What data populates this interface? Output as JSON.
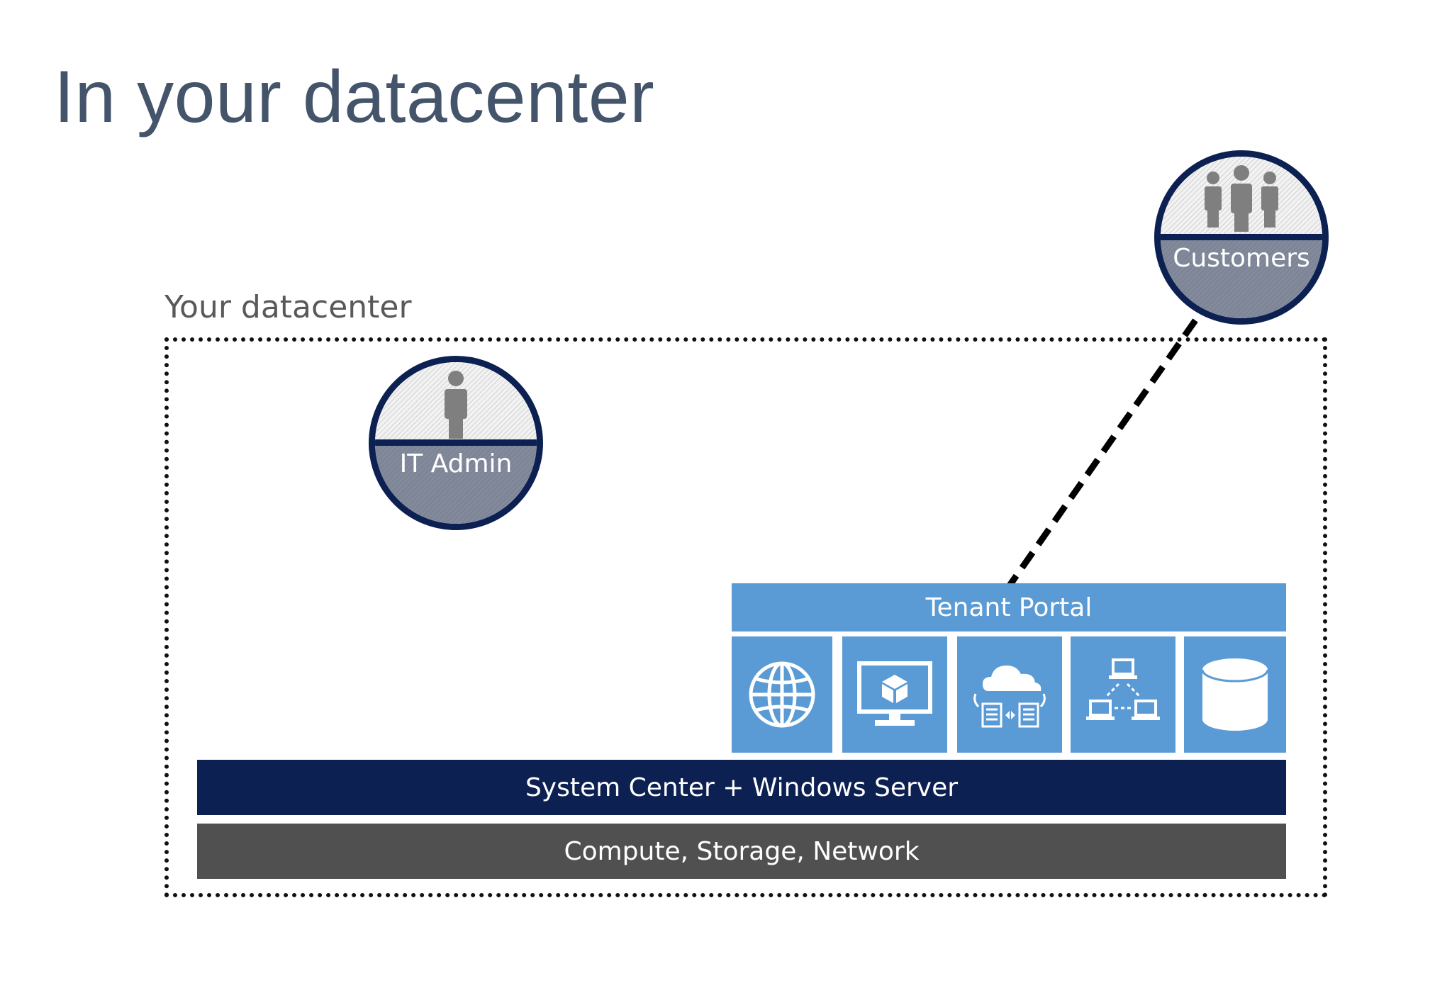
{
  "slide": {
    "title": "In your datacenter"
  },
  "datacenter": {
    "label": "Your datacenter"
  },
  "personas": {
    "it_admin": {
      "label": "IT Admin",
      "icon": "person-icon"
    },
    "customers": {
      "label": "Customers",
      "icon": "people-group-icon"
    }
  },
  "tenant_portal": {
    "title": "Tenant Portal",
    "services": [
      {
        "icon": "globe-icon"
      },
      {
        "icon": "monitor-cube-icon"
      },
      {
        "icon": "cloud-sync-icon"
      },
      {
        "icon": "network-computers-icon"
      },
      {
        "icon": "database-icon"
      }
    ]
  },
  "layers": {
    "system": "System Center + Windows Server",
    "compute": "Compute, Storage, Network"
  },
  "colors": {
    "title": "#44546a",
    "portal_blue": "#5b9bd5",
    "navy": "#0c2052",
    "gray_bar": "#505050"
  }
}
